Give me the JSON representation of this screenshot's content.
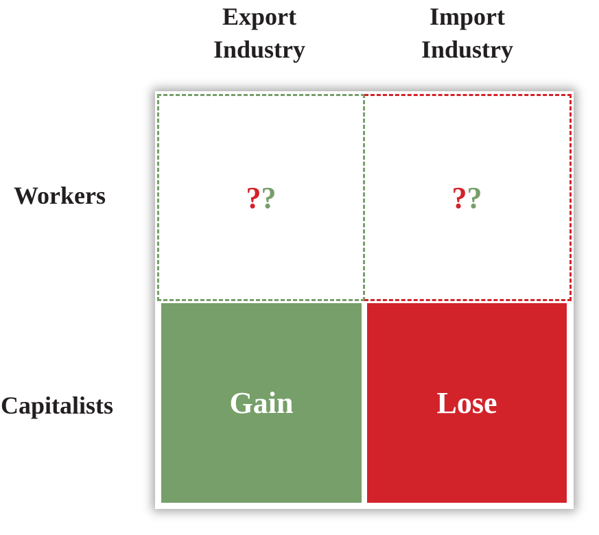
{
  "columns": [
    {
      "line1": "Export",
      "line2": "Industry"
    },
    {
      "line1": "Import",
      "line2": "Industry"
    }
  ],
  "rows": [
    "Workers",
    "Capitalists"
  ],
  "cells": {
    "workers_export": {
      "q1": "?",
      "q2": "?"
    },
    "workers_import": {
      "q1": "?",
      "q2": "?"
    },
    "capitalists_export": "Gain",
    "capitalists_import": "Lose"
  },
  "colors": {
    "green": "#769f69",
    "red": "#d2232a"
  }
}
